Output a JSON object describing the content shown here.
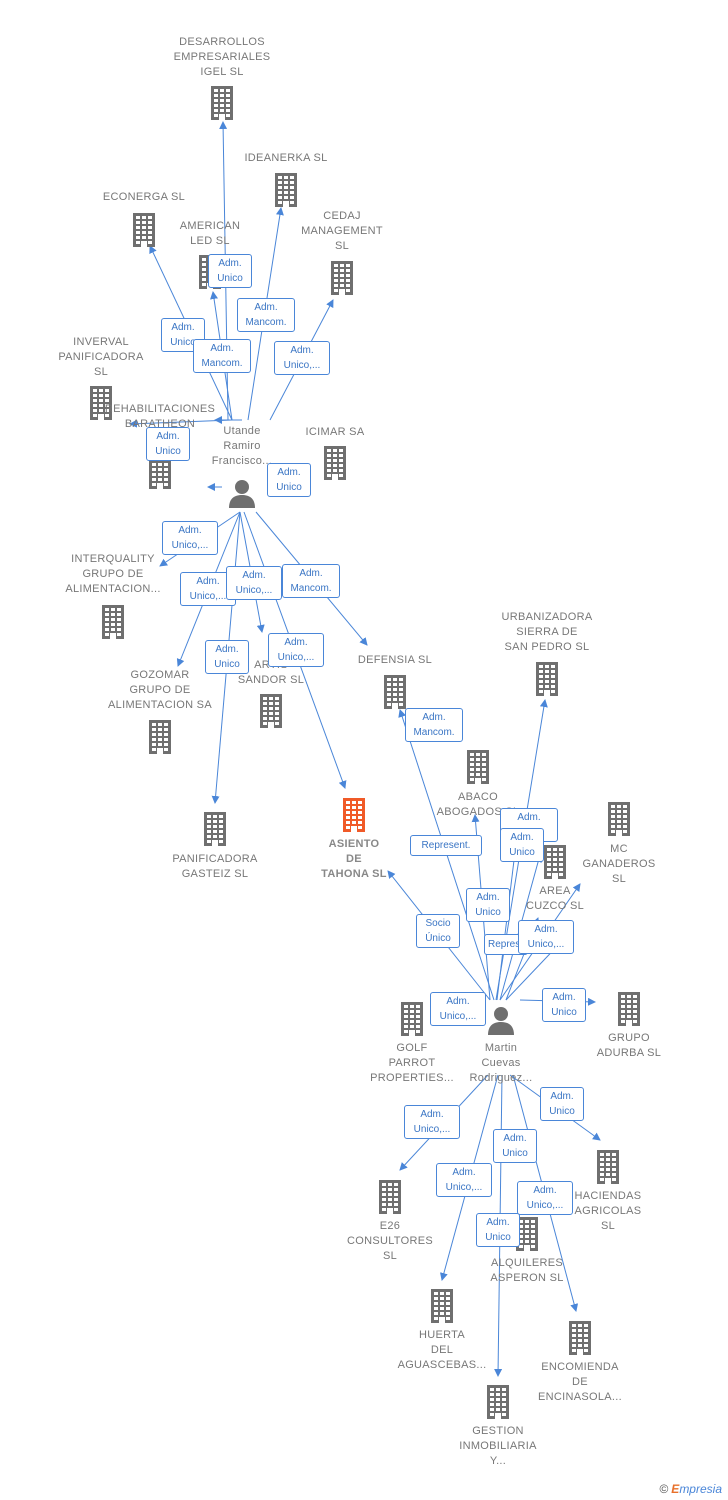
{
  "colors": {
    "edge": "#4a86d8",
    "building": "#6f6f6f",
    "focus": "#f05a28",
    "badge_text": "#3a75c4"
  },
  "nodes": [
    {
      "id": "desarrollos",
      "type": "company",
      "label": [
        "DESARROLLOS",
        "EMPRESARIALES",
        "IGEL SL"
      ]
    },
    {
      "id": "ideanerka",
      "type": "company",
      "label": [
        "IDEANERKA SL"
      ]
    },
    {
      "id": "econerga",
      "type": "company",
      "label": [
        "ECONERGA  SL"
      ]
    },
    {
      "id": "american",
      "type": "company",
      "label": [
        "AMERICAN",
        "LED  SL"
      ]
    },
    {
      "id": "cedaj",
      "type": "company",
      "label": [
        "CEDAJ",
        "MANAGEMENT",
        "SL"
      ]
    },
    {
      "id": "inverval",
      "type": "company",
      "label": [
        "INVERVAL",
        "PANIFICADORA",
        "SL"
      ]
    },
    {
      "id": "rehab",
      "type": "company",
      "label": [
        "REHABILITACIONES",
        "BARATHEON"
      ]
    },
    {
      "id": "icimar",
      "type": "company",
      "label": [
        "ICIMAR SA"
      ]
    },
    {
      "id": "utande",
      "type": "person",
      "label": [
        "Utande",
        "Ramiro",
        "Francisco..."
      ]
    },
    {
      "id": "interquality",
      "type": "company",
      "label": [
        "INTERQUALITY",
        "GRUPO DE",
        "ALIMENTACION..."
      ]
    },
    {
      "id": "urbanizadora",
      "type": "company",
      "label": [
        "URBANIZADORA",
        "SIERRA DE",
        "SAN PEDRO SL"
      ]
    },
    {
      "id": "defensia",
      "type": "company",
      "label": [
        "DEFENSIA SL"
      ]
    },
    {
      "id": "gozomar",
      "type": "company",
      "label": [
        "GOZOMAR",
        "GRUPO DE",
        "ALIMENTACION SA"
      ]
    },
    {
      "id": "sandor",
      "type": "company",
      "label": [
        "ARTIS",
        "SANDOR  SL"
      ]
    },
    {
      "id": "abaco",
      "type": "company",
      "label": [
        "ABACO",
        "ABOGADOS SL"
      ]
    },
    {
      "id": "asiento",
      "type": "focus",
      "label": [
        "ASIENTO",
        "DE",
        "TAHONA  SL"
      ]
    },
    {
      "id": "mc",
      "type": "company",
      "label": [
        "MC",
        "GANADEROS",
        "SL"
      ]
    },
    {
      "id": "panificadora",
      "type": "company",
      "label": [
        "PANIFICADORA",
        "GASTEIZ  SL"
      ]
    },
    {
      "id": "areacuzco",
      "type": "company",
      "label": [
        "AREA",
        "CUZCO SL"
      ]
    },
    {
      "id": "golf",
      "type": "company",
      "label": [
        "GOLF",
        "PARROT",
        "PROPERTIES..."
      ]
    },
    {
      "id": "martin",
      "type": "person",
      "label": [
        "Martin",
        "Cuevas",
        "Rodriguez..."
      ]
    },
    {
      "id": "adurba",
      "type": "company",
      "label": [
        "GRUPO",
        "ADURBA SL"
      ]
    },
    {
      "id": "haciendas",
      "type": "company",
      "label": [
        "HACIENDAS",
        "AGRICOLAS",
        "SL"
      ]
    },
    {
      "id": "e26",
      "type": "company",
      "label": [
        "E26",
        "CONSULTORES",
        "SL"
      ]
    },
    {
      "id": "alquileres",
      "type": "company",
      "label": [
        "ALQUILERES",
        "ASPERON  SL"
      ]
    },
    {
      "id": "huerta",
      "type": "company",
      "label": [
        "HUERTA",
        "DEL",
        "AGUASCEBAS..."
      ]
    },
    {
      "id": "encomienda",
      "type": "company",
      "label": [
        "ENCOMIENDA",
        "DE",
        "ENCINASOLA..."
      ]
    },
    {
      "id": "gestion",
      "type": "company",
      "label": [
        "GESTION",
        "INMOBILIARIA",
        "Y..."
      ]
    }
  ],
  "badges": [
    {
      "id": "b1",
      "lines": [
        "Adm.",
        "Unico"
      ]
    },
    {
      "id": "b2",
      "lines": [
        "Adm.",
        "Mancom."
      ]
    },
    {
      "id": "b3",
      "lines": [
        "Adm.",
        "Unico"
      ]
    },
    {
      "id": "b4",
      "lines": [
        "Adm.",
        "Mancom."
      ]
    },
    {
      "id": "b5",
      "lines": [
        "Adm.",
        "Unico,..."
      ]
    },
    {
      "id": "b6",
      "lines": [
        "Adm.",
        "Unico"
      ]
    },
    {
      "id": "b7",
      "lines": [
        "Adm.",
        "Unico"
      ]
    },
    {
      "id": "b8",
      "lines": [
        "Adm.",
        "Unico,..."
      ]
    },
    {
      "id": "b9",
      "lines": [
        "Adm.",
        "Unico,..."
      ]
    },
    {
      "id": "b10",
      "lines": [
        "Adm.",
        "Unico,..."
      ]
    },
    {
      "id": "b11",
      "lines": [
        "Adm.",
        "Mancom."
      ]
    },
    {
      "id": "b12",
      "lines": [
        "Adm.",
        "Unico"
      ]
    },
    {
      "id": "b13",
      "lines": [
        "Adm.",
        "Unico,..."
      ]
    },
    {
      "id": "b14",
      "lines": [
        "Adm.",
        "Mancom."
      ]
    },
    {
      "id": "b15",
      "lines": [
        "Adm.",
        "..."
      ]
    },
    {
      "id": "b16",
      "lines": [
        "Adm.",
        "Unico"
      ]
    },
    {
      "id": "b17",
      "lines": [
        "Represent."
      ]
    },
    {
      "id": "b18",
      "lines": [
        "Adm.",
        "Unico"
      ]
    },
    {
      "id": "b19",
      "lines": [
        "Socio",
        "Único"
      ]
    },
    {
      "id": "b20",
      "lines": [
        "Repres..."
      ]
    },
    {
      "id": "b21",
      "lines": [
        "Adm.",
        "Unico,..."
      ]
    },
    {
      "id": "b22",
      "lines": [
        "Adm.",
        "Unico,..."
      ]
    },
    {
      "id": "b23",
      "lines": [
        "Adm.",
        "Unico"
      ]
    },
    {
      "id": "b24",
      "lines": [
        "Adm.",
        "Unico"
      ]
    },
    {
      "id": "b25",
      "lines": [
        "Adm.",
        "Unico,..."
      ]
    },
    {
      "id": "b26",
      "lines": [
        "Adm.",
        "Unico"
      ]
    },
    {
      "id": "b27",
      "lines": [
        "Adm.",
        "Unico,..."
      ]
    },
    {
      "id": "b28",
      "lines": [
        "Adm.",
        "Unico,..."
      ]
    },
    {
      "id": "b29",
      "lines": [
        "Adm.",
        "Unico"
      ]
    }
  ],
  "credit": {
    "symbol": "©",
    "brand_first": "E",
    "brand_rest": "mpresia"
  }
}
